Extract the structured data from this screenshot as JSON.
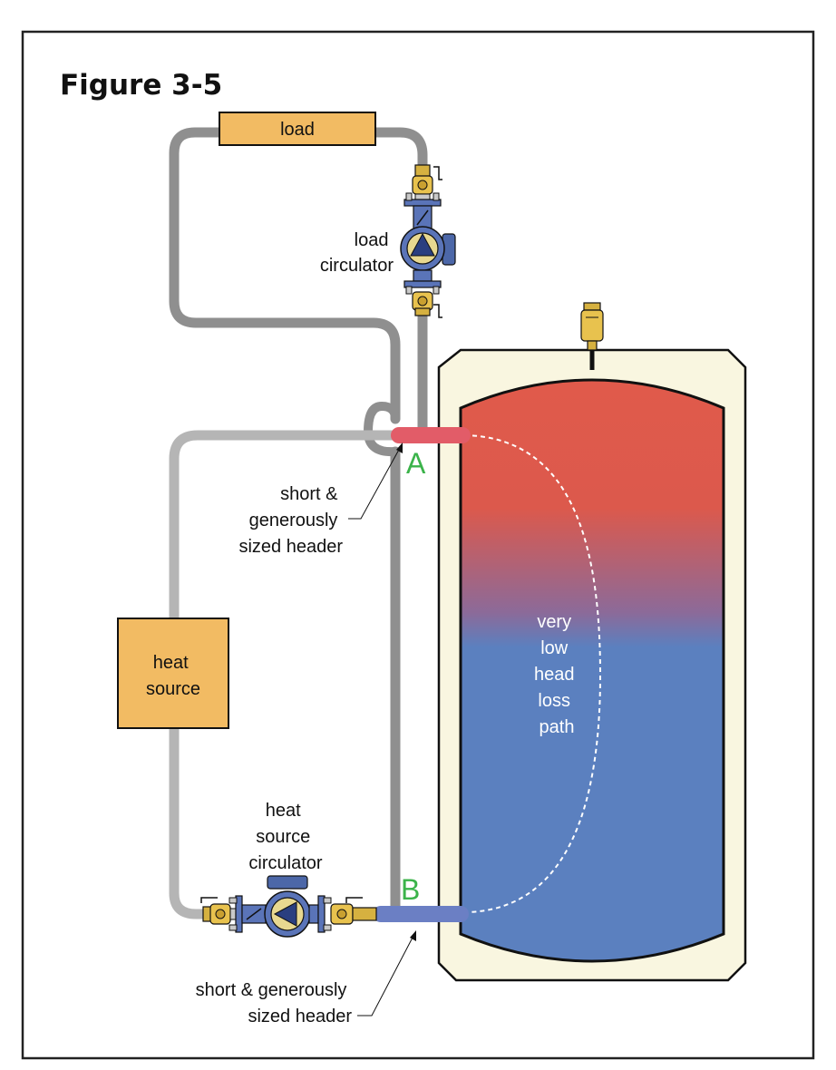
{
  "figure": {
    "title": "Figure 3-5"
  },
  "components": {
    "load": {
      "label": "load"
    },
    "heat_source": {
      "lines": [
        "heat",
        "source"
      ]
    },
    "load_circulator": {
      "lines": [
        "load",
        "circulator"
      ]
    },
    "heat_source_circulator": {
      "lines": [
        "heat",
        "source",
        "circulator"
      ]
    }
  },
  "tank": {
    "path_label_lines": [
      "very",
      "low",
      "head",
      "loss",
      "path"
    ]
  },
  "nodes": {
    "a": "A",
    "b": "B"
  },
  "annotations": {
    "header_a": [
      "short &",
      "generously",
      "sized header"
    ],
    "header_b": [
      "short & generously",
      "sized header"
    ]
  },
  "colors": {
    "pipe_dark": "#8f8f8f",
    "pipe_light": "#b5b5b5",
    "box_fill": "#f2bb63",
    "tank_hot": "#e05a4b",
    "tank_cold": "#5b80bf",
    "tank_jacket": "#f9f6e0",
    "header_hot": "#e25c68",
    "header_cold": "#6b7fc4",
    "label_green": "#3bb34a",
    "valve_brass": "#d6b140",
    "circulator_blue": "#5a74b8"
  }
}
